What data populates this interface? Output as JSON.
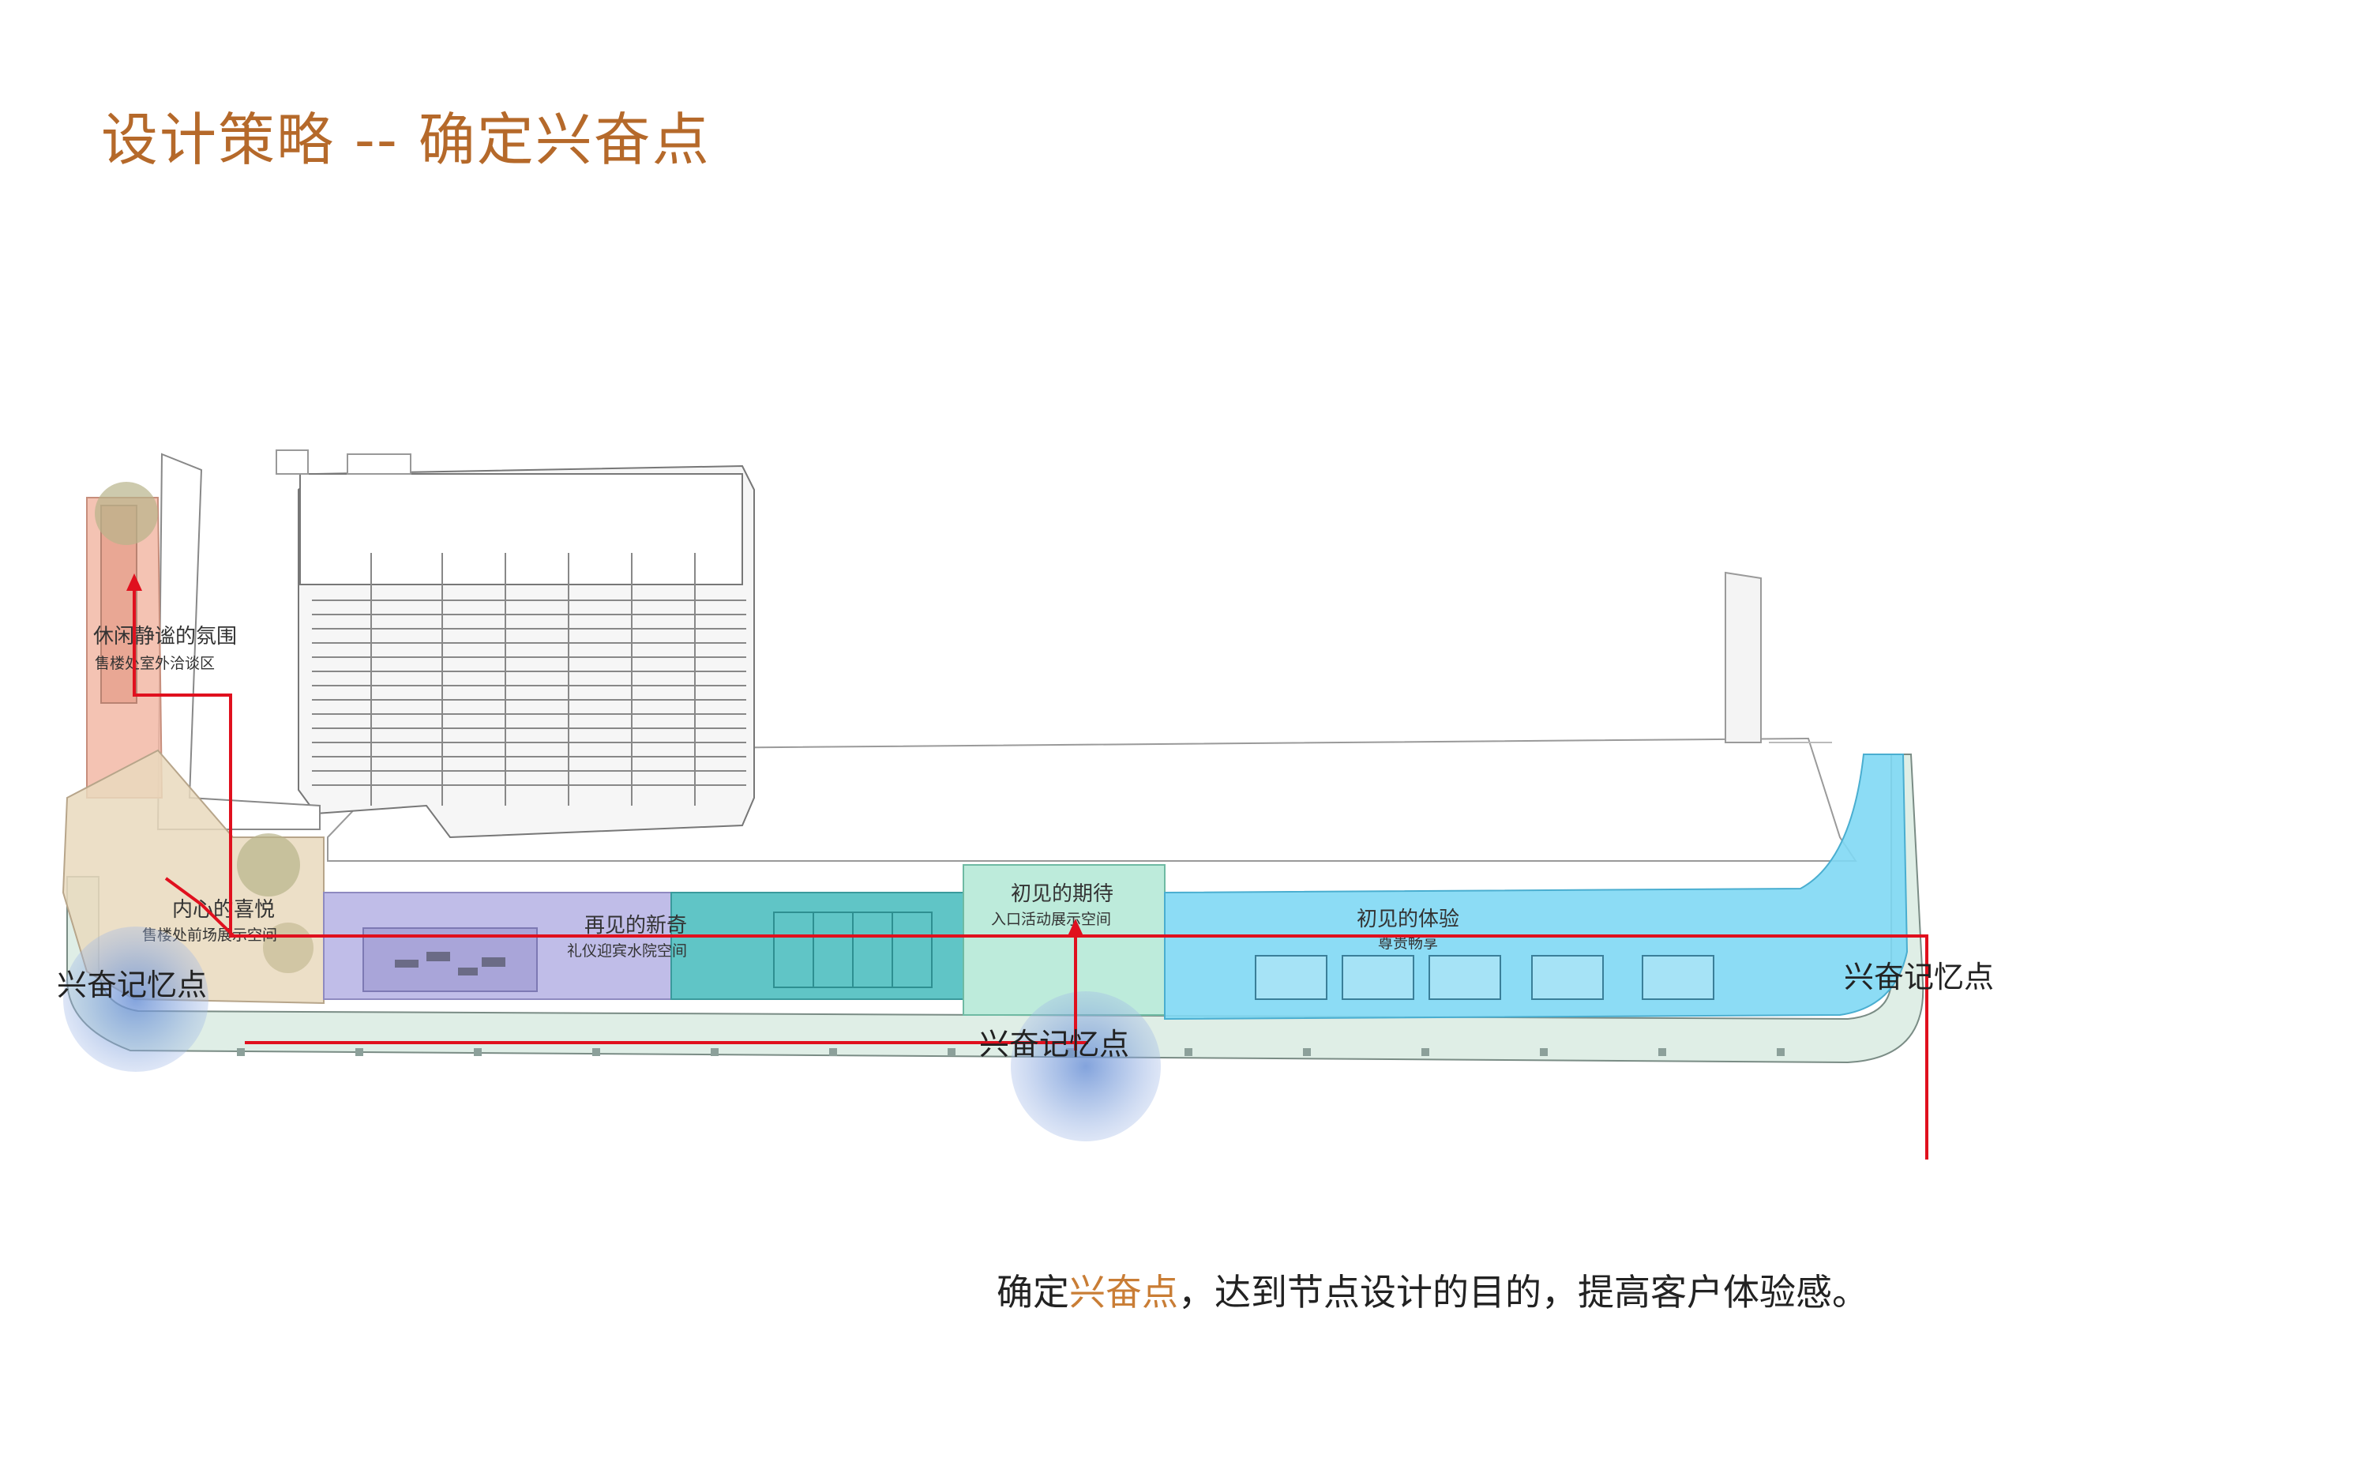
{
  "title": "设计策略 -- 确定兴奋点",
  "colors": {
    "title": "#b5692a",
    "route": "#e0101e",
    "highlight": "#c97d35",
    "zone_lounge": "#f2b8a6",
    "zone_entry": "#e9d9bd",
    "zone_purple": "#b9b6e6",
    "zone_teal": "#4fbfc0",
    "zone_mint": "#b9ead9",
    "zone_blue": "#7fd8f4",
    "hotspot": "#6d93d6"
  },
  "zones": [
    {
      "title": "休闲静谧的氛围",
      "subtitle": "售楼处室外洽谈区"
    },
    {
      "title": "内心的喜悦",
      "subtitle": "售楼处前场展示空间"
    },
    {
      "title": "再见的新奇",
      "subtitle": "礼仪迎宾水院空间"
    },
    {
      "title": "初见的期待",
      "subtitle": "入口活动展示空间"
    },
    {
      "title": "初见的体验",
      "subtitle": "尊贵畅享"
    }
  ],
  "excitement_points": [
    {
      "label": "兴奋记忆点"
    },
    {
      "label": "兴奋记忆点"
    },
    {
      "label": "兴奋记忆点"
    }
  ],
  "caption": {
    "before": "确定",
    "highlight": "兴奋点",
    "after": "，达到节点设计的目的，提高客户体验感。"
  }
}
